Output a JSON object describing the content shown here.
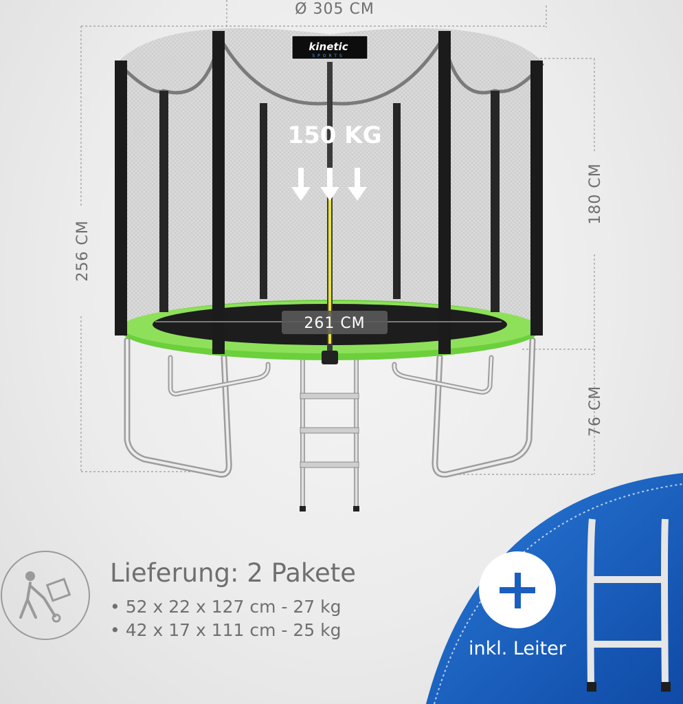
{
  "dimensions": {
    "diameter": "Ø 305 CM",
    "total_height": "256 CM",
    "net_height": "180 CM",
    "frame_height": "76 CM",
    "jump_mat": "261 CM",
    "max_load": "150 KG"
  },
  "brand": {
    "name": "kinetic",
    "tagline": "SPORTS"
  },
  "delivery": {
    "title": "Lieferung: 2 Pakete",
    "packages": [
      "• 52 x 22 x 127 cm - 27 kg",
      "• 42 x 17 x 111 cm - 25 kg"
    ],
    "icon": "delivery-person-icon"
  },
  "badge": {
    "label": "inkl. Leiter",
    "icon": "plus-icon"
  },
  "colors": {
    "frame_green": "#7fd14a",
    "badge_blue": "#1a5fbf",
    "text_gray": "#6f6f6f"
  }
}
